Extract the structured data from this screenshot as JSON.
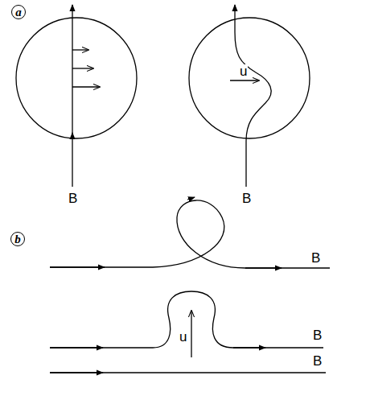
{
  "diagram": {
    "labels": [
      "a",
      "B",
      "u",
      "B",
      "b",
      "B",
      "u",
      "B",
      "B"
    ]
  }
}
